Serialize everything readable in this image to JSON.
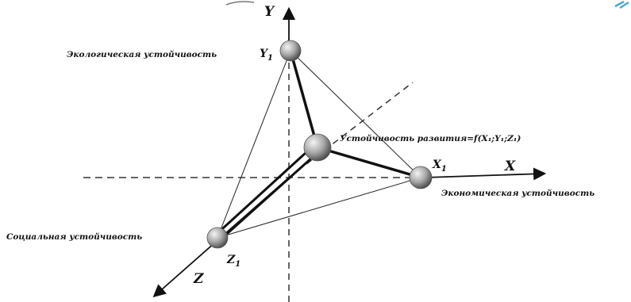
{
  "axes": {
    "x_label": "X",
    "y_label": "Y",
    "z_label": "Z"
  },
  "points": {
    "y1": {
      "label": "Y",
      "sub": "1",
      "caption": "Экологическая устойчивость"
    },
    "x1": {
      "label": "X",
      "sub": "1",
      "caption": "Экономическая устойчивость"
    },
    "z1": {
      "label": "Z",
      "sub": "1",
      "caption": "Социальная устойчивость"
    },
    "center": {
      "caption": "Устойчивость развития=f(X₁;Y₁;Z₁)"
    }
  },
  "colors": {
    "line": "#111111",
    "sphere_light": "#f2f2f2",
    "sphere_dark": "#5a5a5a",
    "corner_accent": "#4aa8d8"
  }
}
